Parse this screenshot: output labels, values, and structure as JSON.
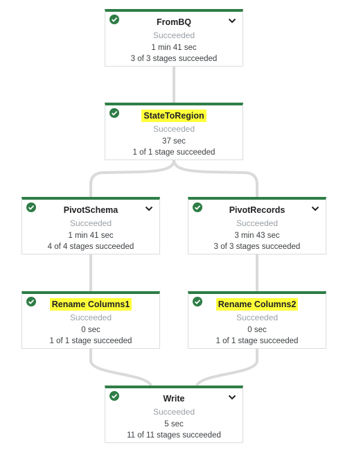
{
  "colors": {
    "accent": "#2e7d46",
    "highlight": "#ffff3a",
    "connector": "#dadada"
  },
  "icons": {
    "status": "check-circle-icon",
    "expand": "chevron-down-icon"
  },
  "nodes": {
    "fromBQ": {
      "title": "FromBQ",
      "status": "Succeeded",
      "duration": "1 min 41 sec",
      "stages": "3 of 3 stages succeeded"
    },
    "stateToRegion": {
      "title": "StateToRegion",
      "status": "Succeeded",
      "duration": "37 sec",
      "stages": "1 of 1 stage succeeded"
    },
    "pivotSchema": {
      "title": "PivotSchema",
      "status": "Succeeded",
      "duration": "1 min 41 sec",
      "stages": "4 of 4 stages succeeded"
    },
    "pivotRecords": {
      "title": "PivotRecords",
      "status": "Succeeded",
      "duration": "3 min 43 sec",
      "stages": "3 of 3 stages succeeded"
    },
    "renameColumns1": {
      "title": "Rename Columns1",
      "status": "Succeeded",
      "duration": "0 sec",
      "stages": "1 of 1 stage succeeded"
    },
    "renameColumns2": {
      "title": "Rename Columns2",
      "status": "Succeeded",
      "duration": "0 sec",
      "stages": "1 of 1 stage succeeded"
    },
    "write": {
      "title": "Write",
      "status": "Succeeded",
      "duration": "5 sec",
      "stages": "11 of 11 stages succeeded"
    }
  }
}
